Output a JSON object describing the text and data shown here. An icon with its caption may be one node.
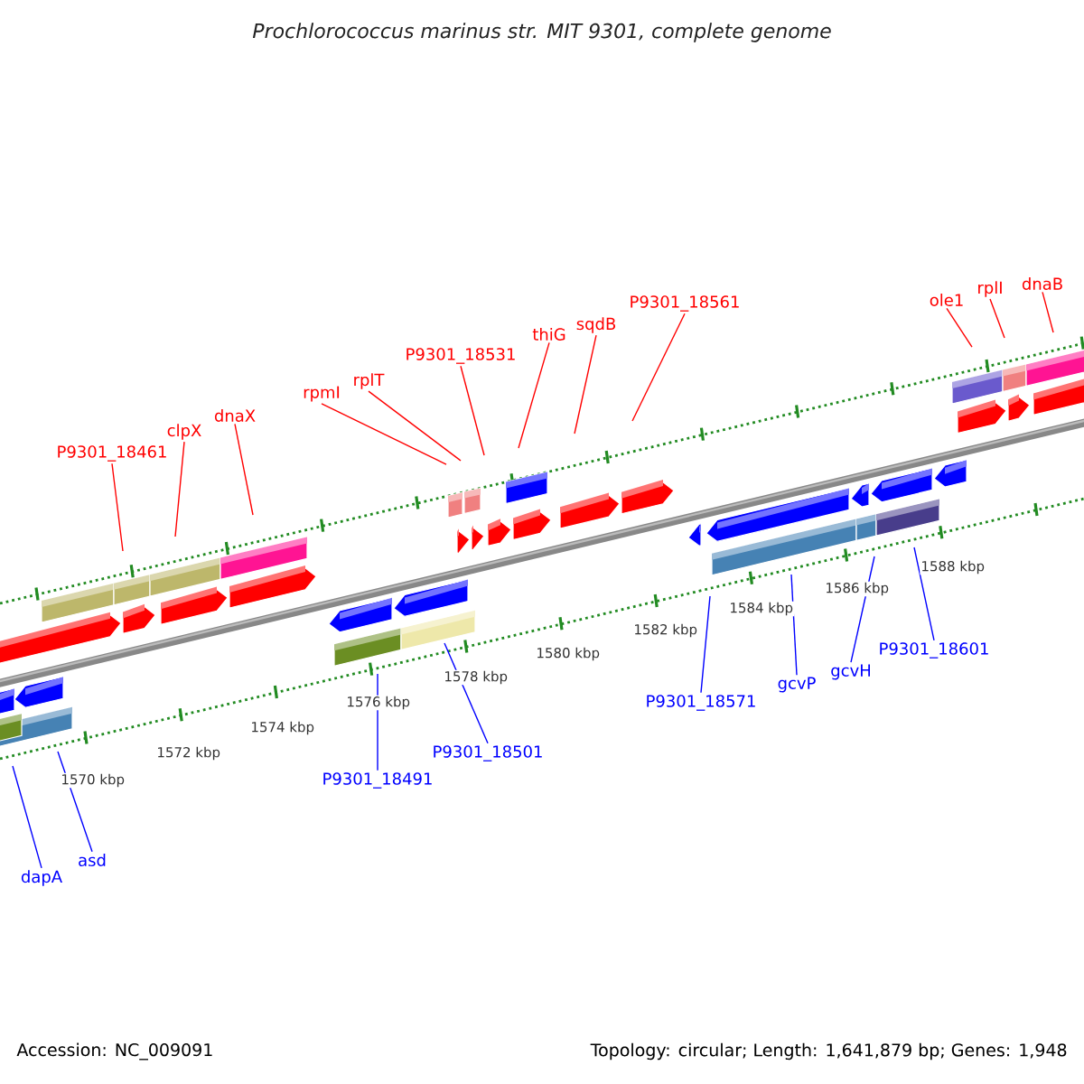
{
  "diagram": {
    "title": "Prochlorococcus marinus str. MIT 9301, complete genome",
    "nodes": [
      {
        "text": [
          "P9301_18461"
        ]
      },
      {
        "text": [
          "clpX"
        ]
      },
      {
        "text": [
          "dnaX"
        ]
      },
      {
        "text": [
          "rpmI"
        ]
      },
      {
        "text": [
          "rplT"
        ]
      },
      {
        "text": [
          "P9301_18531"
        ]
      },
      {
        "text": [
          "thiG"
        ]
      },
      {
        "text": [
          "sqdB"
        ]
      },
      {
        "text": [
          "P9301_18561"
        ]
      },
      {
        "text": [
          "ole1"
        ]
      },
      {
        "text": [
          "rplI"
        ]
      },
      {
        "text": [
          "dnaB"
        ]
      },
      {
        "text": [
          "dapA"
        ]
      },
      {
        "text": [
          "asd"
        ]
      },
      {
        "text": [
          "P9301_18491"
        ]
      },
      {
        "text": [
          "P9301_18501"
        ]
      },
      {
        "text": [
          "P9301_18571"
        ]
      },
      {
        "text": [
          "gcvP"
        ]
      },
      {
        "text": [
          "gcvH"
        ]
      },
      {
        "text": [
          "P9301_18601"
        ]
      }
    ],
    "edges": [
      {
        "from": 0,
        "to": null,
        "arrow": "none"
      },
      {
        "from": 1,
        "to": null,
        "arrow": "none"
      },
      {
        "from": 2,
        "to": null,
        "arrow": "none"
      },
      {
        "from": 3,
        "to": null,
        "arrow": "none"
      },
      {
        "from": 4,
        "to": null,
        "arrow": "none"
      },
      {
        "from": 5,
        "to": null,
        "arrow": "none"
      },
      {
        "from": 6,
        "to": null,
        "arrow": "none"
      },
      {
        "from": 7,
        "to": null,
        "arrow": "none"
      },
      {
        "from": 8,
        "to": null,
        "arrow": "none"
      },
      {
        "from": 9,
        "to": null,
        "arrow": "none"
      },
      {
        "from": 10,
        "to": null,
        "arrow": "none"
      },
      {
        "from": 11,
        "to": null,
        "arrow": "none"
      },
      {
        "from": 12,
        "to": null,
        "arrow": "none",
        "color": "#0000ff"
      },
      {
        "from": 13,
        "to": null,
        "arrow": "none",
        "color": "#0000ff"
      },
      {
        "from": 14,
        "to": null,
        "arrow": "none",
        "color": "#0000ff"
      },
      {
        "from": 15,
        "to": null,
        "arrow": "none",
        "color": "#0000ff"
      },
      {
        "from": 16,
        "to": null,
        "arrow": "none",
        "color": "#0000ff"
      },
      {
        "from": 17,
        "to": null,
        "arrow": "none",
        "color": "#0000ff"
      },
      {
        "from": 18,
        "to": null,
        "arrow": "none",
        "color": "#0000ff"
      },
      {
        "from": 19,
        "to": null,
        "arrow": "none",
        "color": "#0000ff"
      }
    ],
    "labels": [
      "1570 kbp",
      "1572 kbp",
      "1574 kbp",
      "1576 kbp",
      "1578 kbp",
      "1580 kbp",
      "1582 kbp",
      "1584 kbp",
      "1586 kbp",
      "1588 kbp",
      "Accession: NC_009091",
      "Topology: circular; Length: 1,641,879 bp; Genes: 1,948"
    ]
  }
}
